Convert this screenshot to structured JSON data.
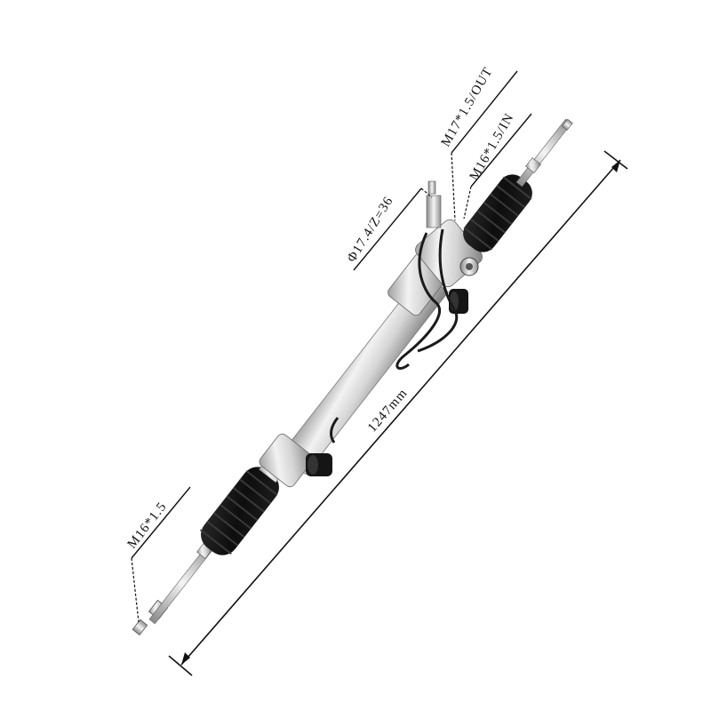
{
  "labels": {
    "overall_length": "1247mm",
    "left_thread": "M16*1.5",
    "pinion": "Φ17.4/Z=36",
    "outlet_port": "M17*1.5/OUT",
    "inlet_port": "M16*1.5/IN"
  },
  "colors": {
    "background": "#ffffff",
    "line": "#111111",
    "boot": "#141414",
    "metal_light": "#eeeeee",
    "metal_dark": "#8a8a8a"
  }
}
